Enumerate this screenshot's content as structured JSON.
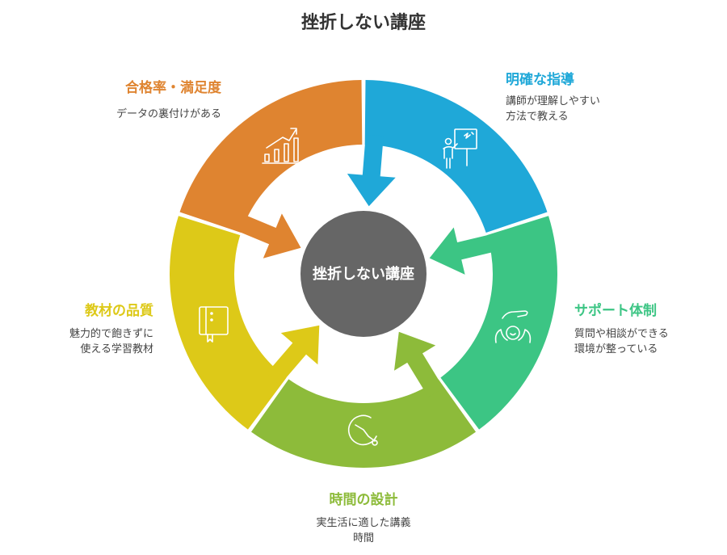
{
  "title": "挫折しない講座",
  "center": {
    "label": "挫折しない講座",
    "color": "#666666"
  },
  "segments": [
    {
      "id": "guidance",
      "title": "明確な指導",
      "desc_lines": [
        "講師が理解しやすい",
        "方法で教える"
      ],
      "color": "#1FA8D8",
      "icon": "teacher-board-icon"
    },
    {
      "id": "support",
      "title": "サポート体制",
      "desc_lines": [
        "質問や相談ができる",
        "環境が整っている"
      ],
      "color": "#3CC584",
      "icon": "hand-support-icon"
    },
    {
      "id": "time",
      "title": "時間の設計",
      "desc_lines": [
        "実生活に適した講義",
        "時間"
      ],
      "color": "#8DBB3A",
      "icon": "clock-icon"
    },
    {
      "id": "materials",
      "title": "教材の品質",
      "desc_lines": [
        "魅力的で飽きずに",
        "使える学習教材"
      ],
      "color": "#DDC918",
      "icon": "book-icon"
    },
    {
      "id": "results",
      "title": "合格率・満足度",
      "desc_lines": [
        "データの裏付けがある"
      ],
      "color": "#DF8430",
      "icon": "growth-chart-icon"
    }
  ]
}
